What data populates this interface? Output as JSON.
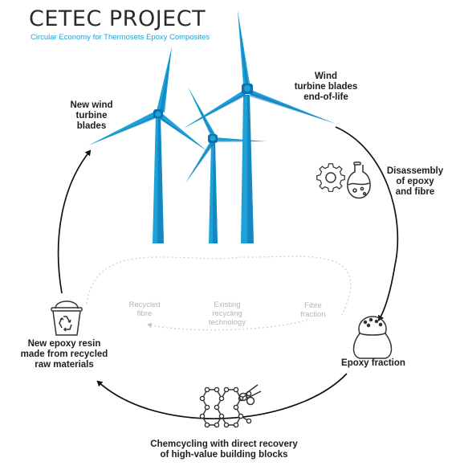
{
  "header": {
    "title": "CETEC PROJECT",
    "subtitle": "Circular Economy for Thermosets Epoxy Composites"
  },
  "stages": {
    "new_blades": [
      "New wind",
      "turbine",
      "blades"
    ],
    "end_of_life": [
      "Wind",
      "turbine blades",
      "end-of-life"
    ],
    "disassembly": [
      "Disassembly",
      "of epoxy",
      "and fibre"
    ],
    "epoxy_fraction": [
      "Epoxy fraction"
    ],
    "chemcycling": [
      "Chemcycling with direct recovery",
      "of high-value building blocks"
    ],
    "new_resin": [
      "New epoxy resin",
      "made from recycled",
      "raw materials"
    ]
  },
  "existing_loop": {
    "fibre_fraction": [
      "Fibre",
      "fraction"
    ],
    "existing_tech": [
      "Existing",
      "recycling",
      "technology"
    ],
    "recycled_fibre": [
      "Recycled",
      "fibre"
    ]
  },
  "icons": [
    "wind-turbine-icon",
    "gear-icon",
    "flask-icon",
    "sack-icon",
    "molecule-icon",
    "scissors-icon",
    "recycling-bucket-icon"
  ],
  "colors": {
    "blue": "#1da2d8",
    "blue_dark": "#0d6fae",
    "cycle": "#111111",
    "existing": "#c8c8c8"
  }
}
